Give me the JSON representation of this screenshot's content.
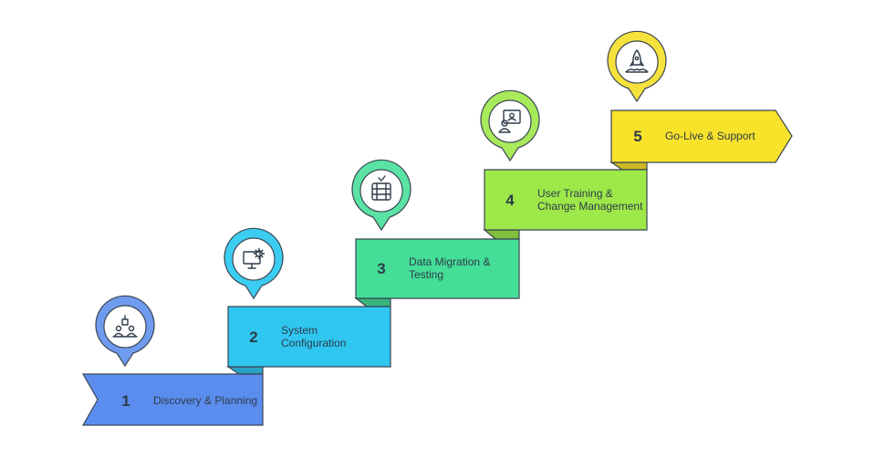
{
  "steps": [
    {
      "number": "1",
      "label_lines": [
        "Discovery & Planning"
      ],
      "color": "#5b8def",
      "pin_color": "#6f9bef",
      "icon": "team-planning-icon"
    },
    {
      "number": "2",
      "label_lines": [
        "System",
        "Configuration"
      ],
      "color": "#2fc7f0",
      "pin_color": "#3ccdf2",
      "icon": "monitor-gear-icon"
    },
    {
      "number": "3",
      "label_lines": [
        "Data Migration &",
        "Testing"
      ],
      "color": "#44de97",
      "pin_color": "#5ae3a4",
      "icon": "database-check-icon"
    },
    {
      "number": "4",
      "label_lines": [
        "User Training &",
        "Change Management"
      ],
      "color": "#9ee84a",
      "pin_color": "#a8ea5a",
      "icon": "presentation-user-icon"
    },
    {
      "number": "5",
      "label_lines": [
        "Go-Live & Support"
      ],
      "color": "#f8e22a",
      "pin_color": "#f6e23c",
      "icon": "rocket-launch-icon"
    }
  ]
}
